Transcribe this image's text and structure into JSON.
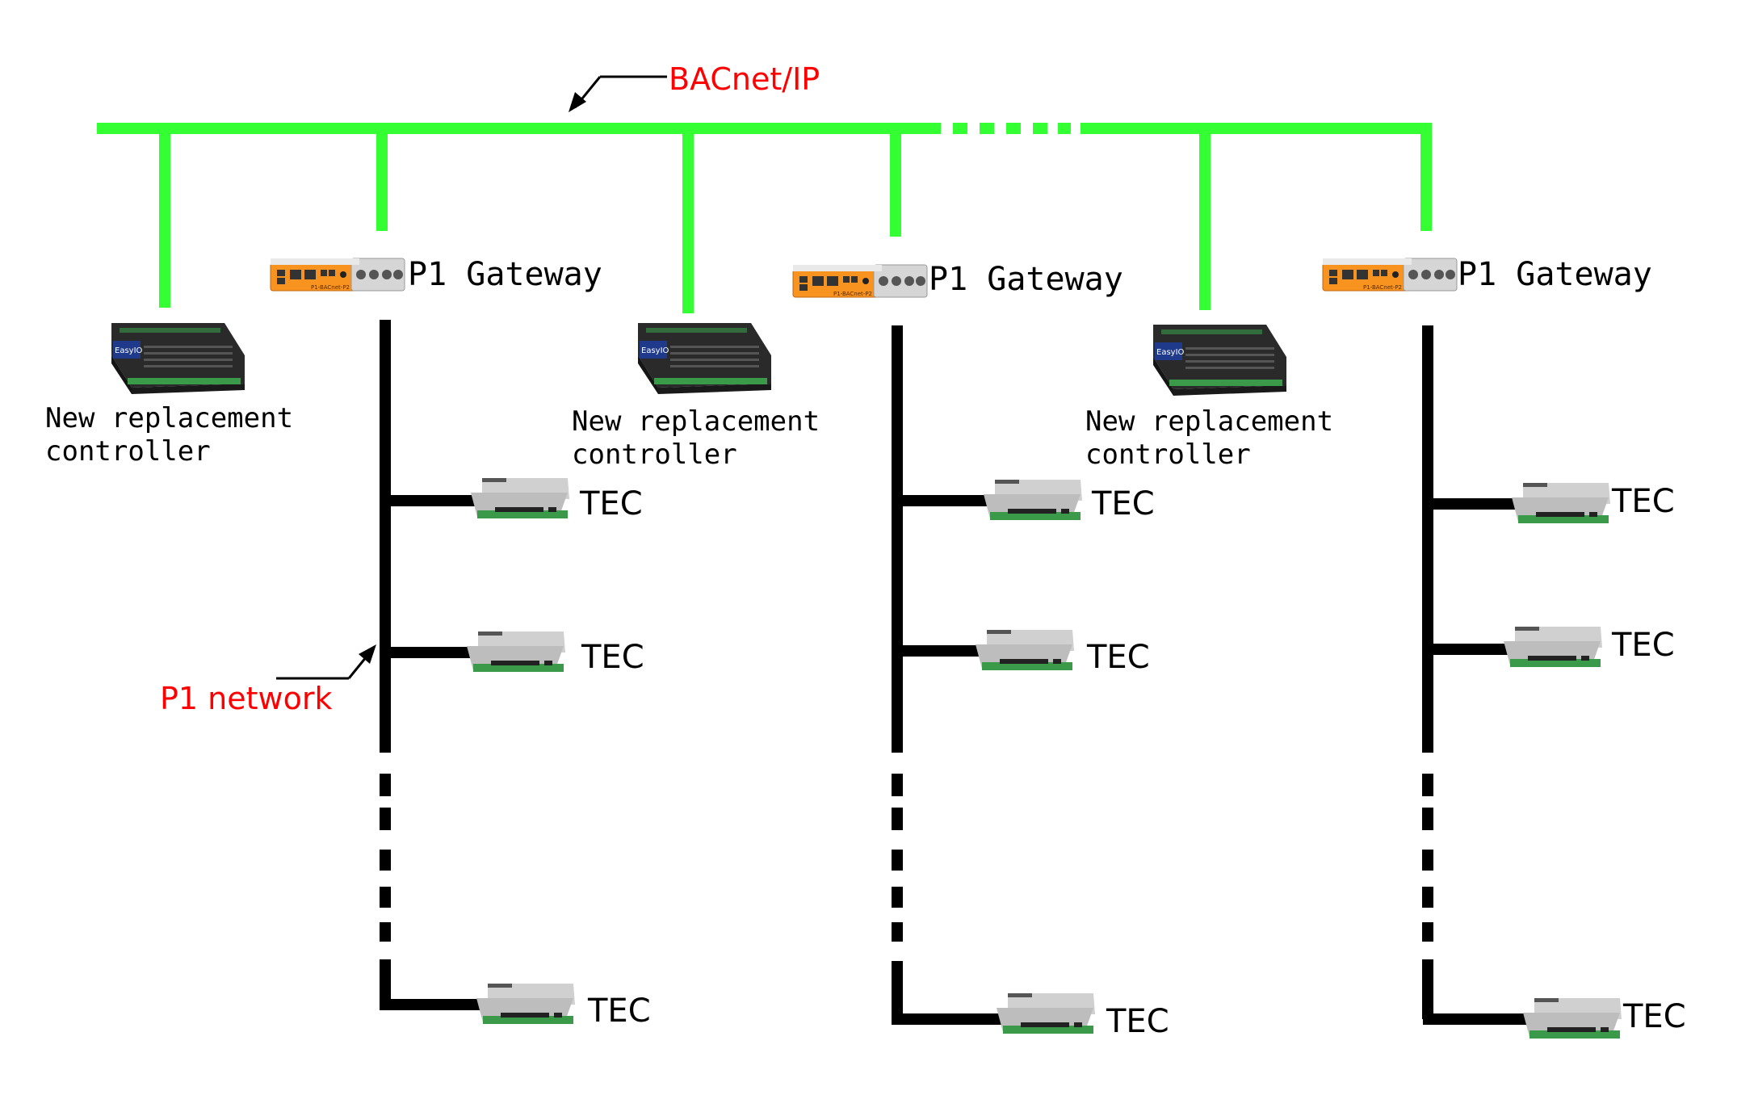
{
  "colors": {
    "bacnet_line": "#33ff33",
    "p1_line": "#000000",
    "annotation": "#ff0000",
    "device_orange": "#f7931e",
    "device_grey": "#c8c8c8",
    "controller_dark": "#2a2a2a",
    "terminal_green": "#3a9a4a"
  },
  "annotations": {
    "bacnet": "BACnet/IP",
    "p1_network": "P1 network"
  },
  "gateways": [
    {
      "label": "P1 Gateway",
      "device_label": "P1-BACnet-P2"
    },
    {
      "label": "P1 Gateway",
      "device_label": "P1-BACnet-P2"
    },
    {
      "label": "P1 Gateway",
      "device_label": "P1-BACnet-P2"
    }
  ],
  "controllers": [
    {
      "label_line1": "New replacement",
      "label_line2": "controller",
      "brand": "EasyIO"
    },
    {
      "label_line1": "New replacement",
      "label_line2": "controller",
      "brand": "EasyIO"
    },
    {
      "label_line1": "New replacement",
      "label_line2": "controller",
      "brand": "EasyIO"
    }
  ],
  "tec_label": "TEC",
  "icons": {
    "gateway": "gateway-device-icon",
    "controller": "controller-device-icon",
    "tec": "tec-device-icon"
  }
}
